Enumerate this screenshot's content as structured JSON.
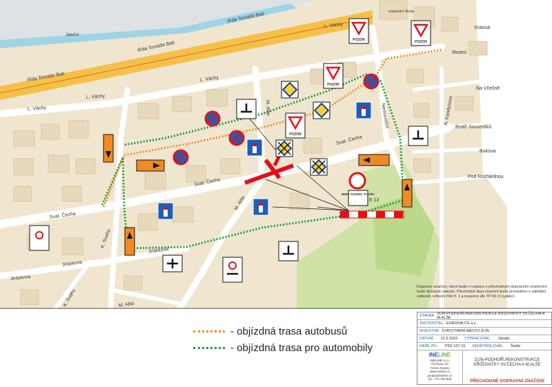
{
  "map": {
    "streets": {
      "trida_tomase_bati_1": "třída Tomáše Bati",
      "trida_tomase_bati_2": "třída Tomáše Bati",
      "trida_tomase_bati_3": "třída Tomáše Bati",
      "l_vachy_1": "L. Váchy",
      "l_vachy_2": "L. Váchy",
      "l_vachy_3": "L. Váchy",
      "l_vachy_4": "L. Váchy",
      "svat_cecha_1": "Svat. Čecha",
      "svat_cecha_2": "Svat. Čecha",
      "svat_cecha_3": "Svat. Čecha",
      "jiraskova_1": "Jiráskova",
      "jiraskova_2": "Jiráskova",
      "jiraskova_3": "Jiráskova",
      "m_alse_1": "M. Alše",
      "m_alse_2": "M. Alše",
      "m_alse_3": "M. Alše",
      "k_svahu_1": "K. Svahu",
      "k_svahu_2": "K. Svahu",
      "mostni": "Mostní",
      "kraska": "Krásná",
      "na_vecnosti": "Na Včelíně",
      "bratri_sousediku": "Bratří Sousedíků",
      "bukova": "Bukova",
      "pod_rozhlednou": "Pod Rozhlednou",
      "a_kandysova": "A. Kandysove",
      "nemocnicni": "Nemocniční",
      "jateni": "Jateční",
      "zdravotni_skola": "zdravotní škola"
    },
    "sign_codes": {
      "e13": "E 13",
      "mimo_vozidel": "MIMO VOZIDEL STAVBY",
      "pozor_1": "POZOR",
      "pozor_2": "POZOR",
      "pozor_3": "POZOR",
      "pozor_4": "POZOR"
    }
  },
  "legend": {
    "bus_route": "- objízdná trasa autobusů",
    "car_route": "- objízdná trasa pro automobily",
    "bus_color": "#f08a24",
    "car_color": "#1a9a3c"
  },
  "note": {
    "text": "Dopravní značení, které bude v rozporu s přechodným dopravním značením bude dočasně zakryto. Přechodné dopr.značení bude provedeno v základní velikosti, reflexní fólií tř. 1 a osazeno dle TP 66 /2.vydání/."
  },
  "title_block": {
    "stavba_label": "STAVBA:",
    "stavba_value": "ZLÍN-PODHOŘÍ,REKONSTRUKCE KŘIŽOVATKY SV.ČECHA A M.ALŠE",
    "zhotovitel_label": "ZHOTOVITEL:",
    "zhotovitel_value": "EUROVIA CS a.s.",
    "investor_label": "INVESTOR:",
    "investor_value": "STATUTÁRNÍ MĚSTO ZLÍN",
    "datum_label": "DATUM:",
    "datum_value": "21.5.2015",
    "vypracoval_label": "VYPRACOVAL:",
    "vypracoval_value": "Janata",
    "nase_zn_label": "NAŠE ZN.:",
    "nase_zn_value": "PDZ 107.15",
    "zkontroloval_label": "ZKONTROLOVAL:",
    "zkontroloval_value": "Švábr",
    "logo_brand_a": "INE",
    "logo_brand_b": "LINE",
    "logo_lines": [
      "INELINE s.r.o.",
      "Čechova 1/2",
      "74101 Znojmo",
      "www.ineline.cz",
      "janata@ineline.cz",
      "tel.: 774 700 500"
    ],
    "project_title": "ZLÍN-PODHOŘÍ,REKONSTRUKCE KŘIŽOVATKY SV.ČECHA A M.ALŠE",
    "drawing_title": "PŘECHODNÉ DOPRAVNÍ ZNAČENÍ"
  }
}
